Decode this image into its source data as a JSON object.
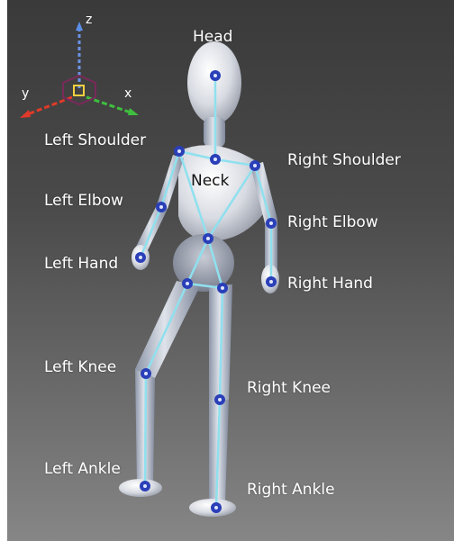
{
  "axes": {
    "z": "z",
    "y": "y",
    "x": "x",
    "colors": {
      "z": "#5a8fe8",
      "y": "#e03a2a",
      "x": "#3fbf3f",
      "origin": "#f0d040"
    }
  },
  "joints": {
    "head": "Head",
    "neck": "Neck",
    "left_shoulder": "Left Shoulder",
    "right_shoulder": "Right Shoulder",
    "left_elbow": "Left Elbow",
    "right_elbow": "Right Elbow",
    "left_hand": "Left Hand",
    "right_hand": "Right Hand",
    "left_knee": "Left Knee",
    "right_knee": "Right Knee",
    "left_ankle": "Left Ankle",
    "right_ankle": "Right Ankle"
  },
  "colors": {
    "background_top": "#3a3a3a",
    "background_bottom": "#868686",
    "bone": "#8fe0ee",
    "joint": "#2a3fb8",
    "body": "#dde0e6"
  }
}
